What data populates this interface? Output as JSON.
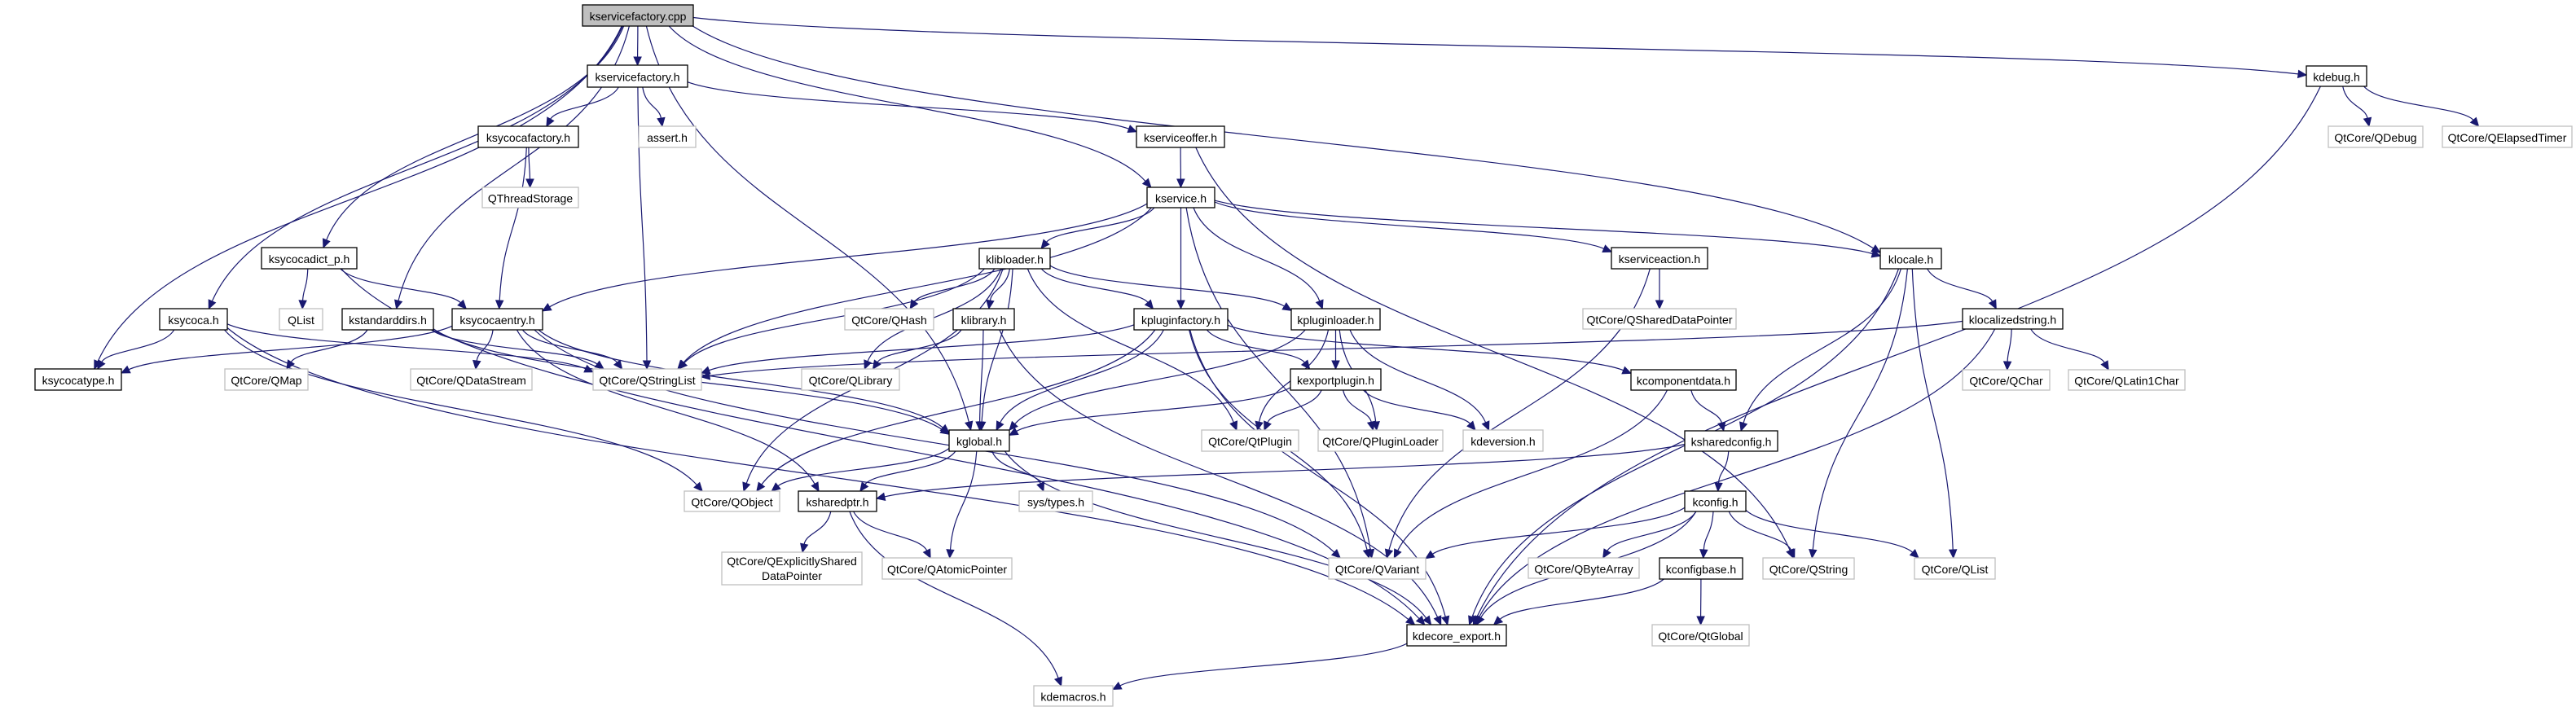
{
  "title": "kservicefactory.cpp include dependency graph",
  "colors": {
    "edge": "#191970",
    "root_fill": "#bfbfbf",
    "documented_border": "#000000",
    "external_border": "#bfbfbf"
  },
  "nodes": [
    {
      "id": "kservicefactory_cpp",
      "label": "kservicefactory.cpp",
      "kind": "root"
    },
    {
      "id": "kservicefactory_h",
      "label": "kservicefactory.h",
      "kind": "doc"
    },
    {
      "id": "kdebug_h",
      "label": "kdebug.h",
      "kind": "doc"
    },
    {
      "id": "ksycocafactory_h",
      "label": "ksycocafactory.h",
      "kind": "doc"
    },
    {
      "id": "assert_h",
      "label": "assert.h",
      "kind": "ext"
    },
    {
      "id": "kserviceoffer_h",
      "label": "kserviceoffer.h",
      "kind": "doc"
    },
    {
      "id": "QDebug",
      "label": "QtCore/QDebug",
      "kind": "ext"
    },
    {
      "id": "QElapsedTimer",
      "label": "QtCore/QElapsedTimer",
      "kind": "ext"
    },
    {
      "id": "QThreadStorage",
      "label": "QThreadStorage",
      "kind": "ext"
    },
    {
      "id": "kservice_h",
      "label": "kservice.h",
      "kind": "doc"
    },
    {
      "id": "ksycocadict_p_h",
      "label": "ksycocadict_p.h",
      "kind": "doc"
    },
    {
      "id": "klibloader_h",
      "label": "klibloader.h",
      "kind": "doc"
    },
    {
      "id": "kserviceaction_h",
      "label": "kserviceaction.h",
      "kind": "doc"
    },
    {
      "id": "klocale_h",
      "label": "klocale.h",
      "kind": "doc"
    },
    {
      "id": "ksycoca_h",
      "label": "ksycoca.h",
      "kind": "doc"
    },
    {
      "id": "QList_plain",
      "label": "QList",
      "kind": "ext"
    },
    {
      "id": "kstandarddirs_h",
      "label": "kstandarddirs.h",
      "kind": "doc"
    },
    {
      "id": "ksycocaentry_h",
      "label": "ksycocaentry.h",
      "kind": "doc"
    },
    {
      "id": "QHash",
      "label": "QtCore/QHash",
      "kind": "ext"
    },
    {
      "id": "klibrary_h",
      "label": "klibrary.h",
      "kind": "doc"
    },
    {
      "id": "kpluginfactory_h",
      "label": "kpluginfactory.h",
      "kind": "doc"
    },
    {
      "id": "kpluginloader_h",
      "label": "kpluginloader.h",
      "kind": "doc"
    },
    {
      "id": "QSharedDataPointer",
      "label": "QtCore/QSharedDataPointer",
      "kind": "ext"
    },
    {
      "id": "klocalizedstring_h",
      "label": "klocalizedstring.h",
      "kind": "doc"
    },
    {
      "id": "ksycocatype_h",
      "label": "ksycocatype.h",
      "kind": "doc"
    },
    {
      "id": "QMap",
      "label": "QtCore/QMap",
      "kind": "ext"
    },
    {
      "id": "QDataStream",
      "label": "QtCore/QDataStream",
      "kind": "ext"
    },
    {
      "id": "QStringList",
      "label": "QtCore/QStringList",
      "kind": "ext"
    },
    {
      "id": "QLibrary",
      "label": "QtCore/QLibrary",
      "kind": "ext"
    },
    {
      "id": "kexportplugin_h",
      "label": "kexportplugin.h",
      "kind": "doc"
    },
    {
      "id": "kcomponentdata_h",
      "label": "kcomponentdata.h",
      "kind": "doc"
    },
    {
      "id": "QChar",
      "label": "QtCore/QChar",
      "kind": "ext"
    },
    {
      "id": "QLatin1Char",
      "label": "QtCore/QLatin1Char",
      "kind": "ext"
    },
    {
      "id": "kglobal_h",
      "label": "kglobal.h",
      "kind": "doc"
    },
    {
      "id": "QtPlugin",
      "label": "QtCore/QtPlugin",
      "kind": "ext"
    },
    {
      "id": "QPluginLoader",
      "label": "QtCore/QPluginLoader",
      "kind": "ext"
    },
    {
      "id": "kdeversion_h",
      "label": "kdeversion.h",
      "kind": "ext"
    },
    {
      "id": "ksharedconfig_h",
      "label": "ksharedconfig.h",
      "kind": "doc"
    },
    {
      "id": "QObject",
      "label": "QtCore/QObject",
      "kind": "ext"
    },
    {
      "id": "ksharedptr_h",
      "label": "ksharedptr.h",
      "kind": "doc"
    },
    {
      "id": "sys_types_h",
      "label": "sys/types.h",
      "kind": "ext"
    },
    {
      "id": "kconfig_h",
      "label": "kconfig.h",
      "kind": "doc"
    },
    {
      "id": "QExplicitlySharedDataPointer",
      "label": "QtCore/QExplicitlyShared",
      "label2": "DataPointer",
      "kind": "ext"
    },
    {
      "id": "QAtomicPointer",
      "label": "QtCore/QAtomicPointer",
      "kind": "ext"
    },
    {
      "id": "QVariant",
      "label": "QtCore/QVariant",
      "kind": "ext"
    },
    {
      "id": "QByteArray",
      "label": "QtCore/QByteArray",
      "kind": "ext"
    },
    {
      "id": "kconfigbase_h",
      "label": "kconfigbase.h",
      "kind": "doc"
    },
    {
      "id": "QString",
      "label": "QtCore/QString",
      "kind": "ext"
    },
    {
      "id": "QList",
      "label": "QtCore/QList",
      "kind": "ext"
    },
    {
      "id": "kdecore_export_h",
      "label": "kdecore_export.h",
      "kind": "doc"
    },
    {
      "id": "QtGlobal",
      "label": "QtCore/QtGlobal",
      "kind": "ext"
    },
    {
      "id": "kdemacros_h",
      "label": "kdemacros.h",
      "kind": "ext"
    }
  ],
  "edges": [
    [
      "kservicefactory_cpp",
      "kservicefactory_h"
    ],
    [
      "kservicefactory_cpp",
      "kdebug_h"
    ],
    [
      "kservicefactory_cpp",
      "kservice_h"
    ],
    [
      "kservicefactory_cpp",
      "klocale_h"
    ],
    [
      "kservicefactory_cpp",
      "ksycocadict_p_h"
    ],
    [
      "kservicefactory_cpp",
      "ksycoca_h"
    ],
    [
      "kservicefactory_cpp",
      "kstandarddirs_h"
    ],
    [
      "kservicefactory_cpp",
      "ksycocatype_h"
    ],
    [
      "kservicefactory_cpp",
      "kglobal_h"
    ],
    [
      "kservicefactory_h",
      "ksycocafactory_h"
    ],
    [
      "kservicefactory_h",
      "assert_h"
    ],
    [
      "kservicefactory_h",
      "kserviceoffer_h"
    ],
    [
      "kservicefactory_h",
      "QStringList"
    ],
    [
      "ksycocafactory_h",
      "QThreadStorage"
    ],
    [
      "ksycocafactory_h",
      "ksycocaentry_h"
    ],
    [
      "kserviceoffer_h",
      "kservice_h"
    ],
    [
      "kserviceoffer_h",
      "QString"
    ],
    [
      "kdebug_h",
      "QDebug"
    ],
    [
      "kdebug_h",
      "QElapsedTimer"
    ],
    [
      "kdebug_h",
      "kdecore_export_h"
    ],
    [
      "kservice_h",
      "ksycocaentry_h"
    ],
    [
      "kservice_h",
      "klibloader_h"
    ],
    [
      "kservice_h",
      "kpluginfactory_h"
    ],
    [
      "kservice_h",
      "kpluginloader_h"
    ],
    [
      "kservice_h",
      "kserviceaction_h"
    ],
    [
      "kservice_h",
      "klocale_h"
    ],
    [
      "kservice_h",
      "QStringList"
    ],
    [
      "kservice_h",
      "QVariant"
    ],
    [
      "ksycocadict_p_h",
      "QList_plain"
    ],
    [
      "ksycocadict_p_h",
      "ksycocaentry_h"
    ],
    [
      "ksycocadict_p_h",
      "kdecore_export_h"
    ],
    [
      "ksycoca_h",
      "ksycocatype_h"
    ],
    [
      "ksycoca_h",
      "QStringList"
    ],
    [
      "ksycoca_h",
      "QObject"
    ],
    [
      "ksycoca_h",
      "kdecore_export_h"
    ],
    [
      "kstandarddirs_h",
      "QMap"
    ],
    [
      "kstandarddirs_h",
      "QStringList"
    ],
    [
      "kstandarddirs_h",
      "kglobal_h"
    ],
    [
      "ksycocaentry_h",
      "ksycocatype_h"
    ],
    [
      "ksycocaentry_h",
      "QDataStream"
    ],
    [
      "ksycocaentry_h",
      "QStringList"
    ],
    [
      "ksycocaentry_h",
      "kglobal_h"
    ],
    [
      "ksycocaentry_h",
      "ksharedptr_h"
    ],
    [
      "ksycocaentry_h",
      "QVariant"
    ],
    [
      "klibloader_h",
      "QHash"
    ],
    [
      "klibloader_h",
      "klibrary_h"
    ],
    [
      "klibloader_h",
      "kpluginfactory_h"
    ],
    [
      "klibloader_h",
      "kpluginloader_h"
    ],
    [
      "klibloader_h",
      "QLibrary"
    ],
    [
      "klibloader_h",
      "QStringList"
    ],
    [
      "klibloader_h",
      "kglobal_h"
    ],
    [
      "klibloader_h",
      "QObject"
    ],
    [
      "klibloader_h",
      "QtPlugin"
    ],
    [
      "klibrary_h",
      "QLibrary"
    ],
    [
      "klibrary_h",
      "kglobal_h"
    ],
    [
      "klibrary_h",
      "kdecore_export_h"
    ],
    [
      "kpluginfactory_h",
      "kexportplugin_h"
    ],
    [
      "kpluginfactory_h",
      "QStringList"
    ],
    [
      "kpluginfactory_h",
      "kglobal_h"
    ],
    [
      "kpluginfactory_h",
      "QObject"
    ],
    [
      "kpluginfactory_h",
      "QVariant"
    ],
    [
      "kpluginfactory_h",
      "kcomponentdata_h"
    ],
    [
      "kpluginfactory_h",
      "kdecore_export_h"
    ],
    [
      "kpluginloader_h",
      "kexportplugin_h"
    ],
    [
      "kpluginloader_h",
      "QPluginLoader"
    ],
    [
      "kpluginloader_h",
      "QtPlugin"
    ],
    [
      "kpluginloader_h",
      "kdeversion_h"
    ],
    [
      "kpluginloader_h",
      "kglobal_h"
    ],
    [
      "kexportplugin_h",
      "QtPlugin"
    ],
    [
      "kexportplugin_h",
      "QPluginLoader"
    ],
    [
      "kexportplugin_h",
      "kdeversion_h"
    ],
    [
      "kexportplugin_h",
      "kglobal_h"
    ],
    [
      "kserviceaction_h",
      "QSharedDataPointer"
    ],
    [
      "kserviceaction_h",
      "QVariant"
    ],
    [
      "klocale_h",
      "klocalizedstring_h"
    ],
    [
      "klocale_h",
      "ksharedconfig_h"
    ],
    [
      "klocale_h",
      "QString"
    ],
    [
      "klocale_h",
      "QList"
    ],
    [
      "klocale_h",
      "kdecore_export_h"
    ],
    [
      "klocalizedstring_h",
      "QChar"
    ],
    [
      "klocalizedstring_h",
      "QLatin1Char"
    ],
    [
      "klocalizedstring_h",
      "QStringList"
    ],
    [
      "klocalizedstring_h",
      "kdecore_export_h"
    ],
    [
      "kcomponentdata_h",
      "ksharedconfig_h"
    ],
    [
      "kcomponentdata_h",
      "QVariant"
    ],
    [
      "ksharedconfig_h",
      "kconfig_h"
    ],
    [
      "ksharedconfig_h",
      "ksharedptr_h"
    ],
    [
      "kconfig_h",
      "QByteArray"
    ],
    [
      "kconfig_h",
      "kconfigbase_h"
    ],
    [
      "kconfig_h",
      "QString"
    ],
    [
      "kconfig_h",
      "QList"
    ],
    [
      "kconfig_h",
      "QVariant"
    ],
    [
      "kconfig_h",
      "kdecore_export_h"
    ],
    [
      "kconfigbase_h",
      "QtGlobal"
    ],
    [
      "kconfigbase_h",
      "kdecore_export_h"
    ],
    [
      "kglobal_h",
      "QObject"
    ],
    [
      "kglobal_h",
      "ksharedptr_h"
    ],
    [
      "kglobal_h",
      "sys_types_h"
    ],
    [
      "kglobal_h",
      "QAtomicPointer"
    ],
    [
      "kglobal_h",
      "kdecore_export_h"
    ],
    [
      "ksharedptr_h",
      "QExplicitlySharedDataPointer"
    ],
    [
      "ksharedptr_h",
      "QAtomicPointer"
    ],
    [
      "ksharedptr_h",
      "kdemacros_h"
    ],
    [
      "kdecore_export_h",
      "kdemacros_h"
    ]
  ]
}
